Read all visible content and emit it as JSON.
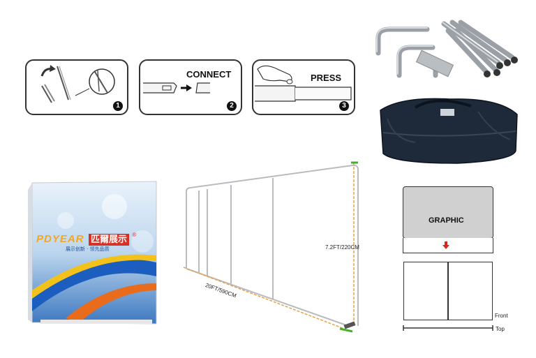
{
  "steps": [
    {
      "label": "",
      "number": "1"
    },
    {
      "label": "CONNECT",
      "number": "2"
    },
    {
      "label": "PRESS",
      "number": "3"
    }
  ],
  "banner": {
    "brand_latin": "PDYEAR",
    "brand_cn": "匹爾展示",
    "registered": "®",
    "tagline": "展示创新 · 领先品质"
  },
  "frame": {
    "height_label": "7.2FT/220CM",
    "width_label": "20FT/590CM"
  },
  "install": {
    "graphic_label": "GRAPHIC",
    "front_label": "Front",
    "top_label": "Top"
  },
  "colors": {
    "dimension_line": "#e8a04a",
    "marker": "#44b02a",
    "arrow": "#d7281c",
    "bag": "#1e2a3a"
  }
}
